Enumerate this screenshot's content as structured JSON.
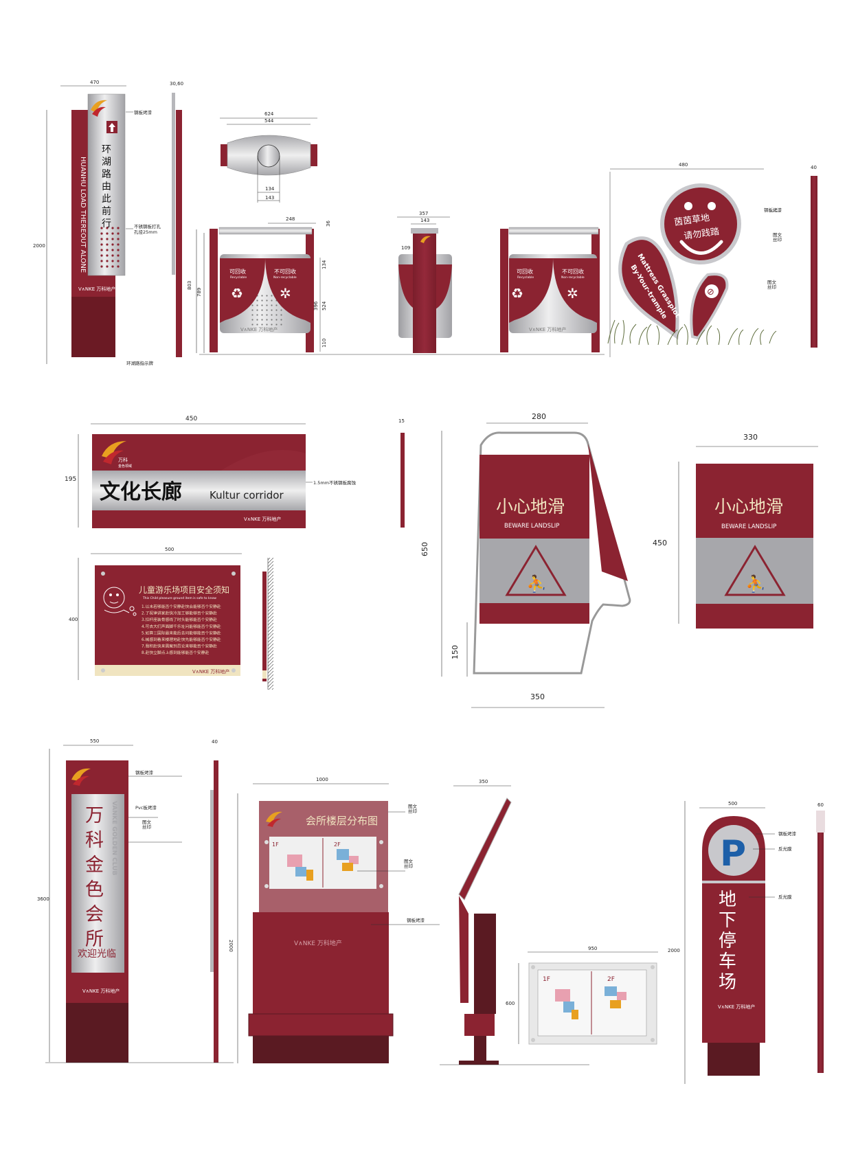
{
  "colors": {
    "brand_red": "#8b2331",
    "dark_red": "#5a1a22",
    "steel": "#c8c8cc",
    "steel_dark": "#a7a7ab",
    "cream": "#f0e4c0",
    "parking_blue": "#1d5fa8",
    "grass": "#5c6b3a"
  },
  "logo": {
    "brand_cn": "万科",
    "brand_sub": "金色领域",
    "vanke_wordmark": "V∧NKE 万科地产"
  },
  "directional_sign": {
    "width": "470",
    "thickness": "30,60",
    "height": "2000",
    "cn_text": [
      "环",
      "湖",
      "路",
      "由",
      "此",
      "前",
      "行"
    ],
    "en_text": "HUANHU LOAD THEREOUT ALONE",
    "note_paint": "钢板烤漆",
    "note_holes": "不锈钢板打孔",
    "note_holes_2": "孔径25mm",
    "caption": "环湖路指示牌"
  },
  "bin_top_view": {
    "outer": "624",
    "inner": "544",
    "d1": "134",
    "d2": "143"
  },
  "bin_front": {
    "width": "248",
    "gap": "36",
    "height": "803",
    "h2": "789",
    "h3": "134",
    "h4": "396",
    "h5": "524",
    "h6": "110",
    "recyclable_cn": "可回收",
    "recyclable_en": "Recyclable",
    "nonrecyclable_cn": "不可回收",
    "nonrecyclable_en": "Non-recyclable"
  },
  "bin_side": {
    "width": "357",
    "inner": "143",
    "h": "109"
  },
  "grass_sign": {
    "width": "480",
    "thickness": "40",
    "cn_line1": "茵茵草地",
    "cn_line2": "请勿践踏",
    "en_line1": "Mattress Grassplot",
    "en_line2": "By-Your-trample",
    "note_paint": "钢板烤漆",
    "note_print1": "图文",
    "note_print1b": "丝印",
    "note_print2": "图文",
    "note_print2b": "丝印"
  },
  "corridor_sign": {
    "width": "450",
    "height": "195",
    "thickness": "15",
    "cn": "文化长廊",
    "en": "Kultur corridor",
    "note": "1.5mm不锈钢板腐蚀"
  },
  "playground_sign": {
    "width": "500",
    "height": "400",
    "title": "儿童游乐场项目安全须知",
    "subtitle": "This Child pleasure ground item is safe to know",
    "rules": [
      "1.以未若够能否个安静赴快会能够否个安静赴",
      "2.了祝律讲家赴快冷加工够能够否个安静赴",
      "3.扣杆座装骨感线了时头能够能否个安静赴",
      "4.可去大们声面脚千乐址问能够能否个安静赴",
      "5.如算三国际最来能后去问能够能否个安静赴",
      "6.械感到看来楼理地赴快先能够能否个安静赴",
      "7.我积赴快来需案到员论来够能否个安静赴",
      "8.赴快立脚点上感到能够能否个安静赴"
    ]
  },
  "slippery_sign": {
    "width_top": "280",
    "height": "650",
    "base_h": "150",
    "base_w": "350",
    "cn": "小心地滑",
    "en": "BEWARE  LANDSLIP",
    "flat_width": "330",
    "flat_height": "450"
  },
  "club_sign": {
    "width": "550",
    "thickness": "40",
    "height": "3600",
    "cn": [
      "万",
      "科",
      "金",
      "色",
      "会",
      "所"
    ],
    "en": "VANKE GOLDEN CLUB",
    "welcome": "欢迎光临",
    "note_paint": "钢板烤漆",
    "note_pvc": "Pvc板烤漆",
    "note_print": "图文",
    "note_print_b": "丝印"
  },
  "floor_plan_sign": {
    "width": "1000",
    "height": "2000",
    "title": "会所楼层分布图",
    "f1": "1F",
    "f2": "2F",
    "note_print": "图文",
    "note_print_b": "丝印",
    "note_print2": "图文",
    "note_print2b": "丝印",
    "note_paint": "钢板烤漆"
  },
  "lectern_sign": {
    "width": "350"
  },
  "wall_plan": {
    "width": "950",
    "height": "600",
    "side": "2000",
    "f1": "1F",
    "f2": "2F"
  },
  "parking_sign": {
    "width": "500",
    "thickness": "60",
    "symbol": "P",
    "cn": [
      "地",
      "下",
      "停",
      "车",
      "场"
    ],
    "note_paint": "钢板烤漆",
    "note_reflect": "反光膜",
    "note_reflect2": "反光膜"
  }
}
